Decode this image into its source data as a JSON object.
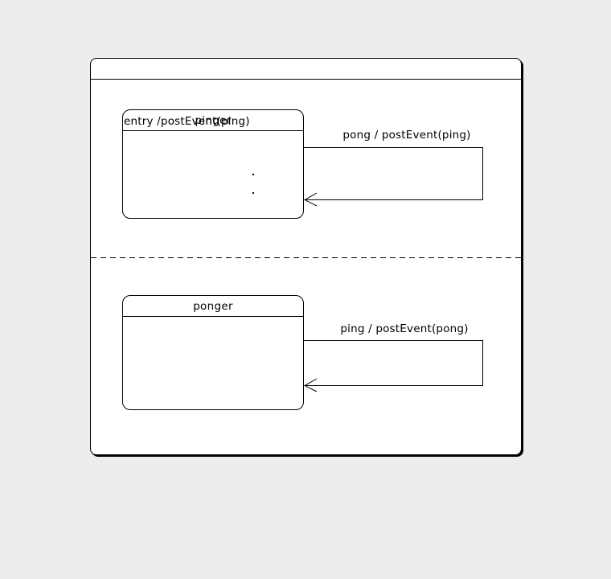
{
  "colors": {
    "canvas_bg": "#ededed",
    "diagram_bg": "#ffffff",
    "line": "#000000",
    "text": "#000000"
  },
  "states": {
    "pinger": {
      "title": "pinger",
      "entry_action": "entry /postEvent(ping)",
      "ellipsis_dots": 2
    },
    "ponger": {
      "title": "ponger"
    }
  },
  "transitions": {
    "pong": {
      "label": "pong / postEvent(ping)"
    },
    "ping": {
      "label": "ping / postEvent(pong)"
    }
  }
}
